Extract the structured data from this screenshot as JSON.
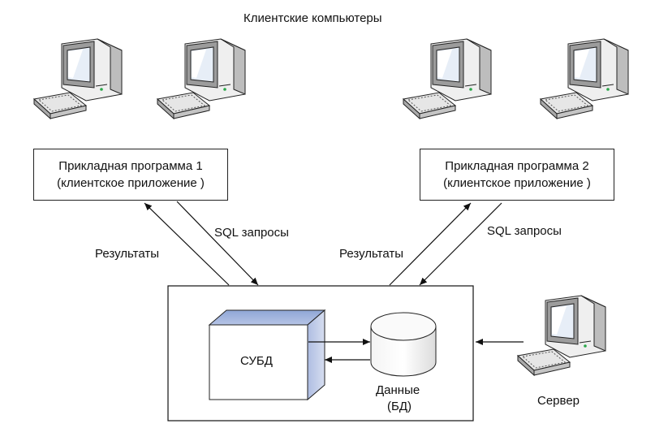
{
  "title": "Клиентские компьютеры",
  "app1": {
    "line1": "Прикладная программа 1",
    "line2": "(клиентское приложение )"
  },
  "app2": {
    "line1": "Прикладная программа 2",
    "line2": "(клиентское приложение )"
  },
  "arrows": {
    "sql_left": "SQL запросы",
    "results_left": "Результаты",
    "sql_right": "SQL запросы",
    "results_right": "Результаты"
  },
  "server_block": {
    "dbms": "СУБД",
    "data_line1": "Данные",
    "data_line2": "(БД)"
  },
  "server_label": "Сервер",
  "icons": [
    "client-computer-icon",
    "server-computer-icon",
    "database-cylinder-icon"
  ]
}
